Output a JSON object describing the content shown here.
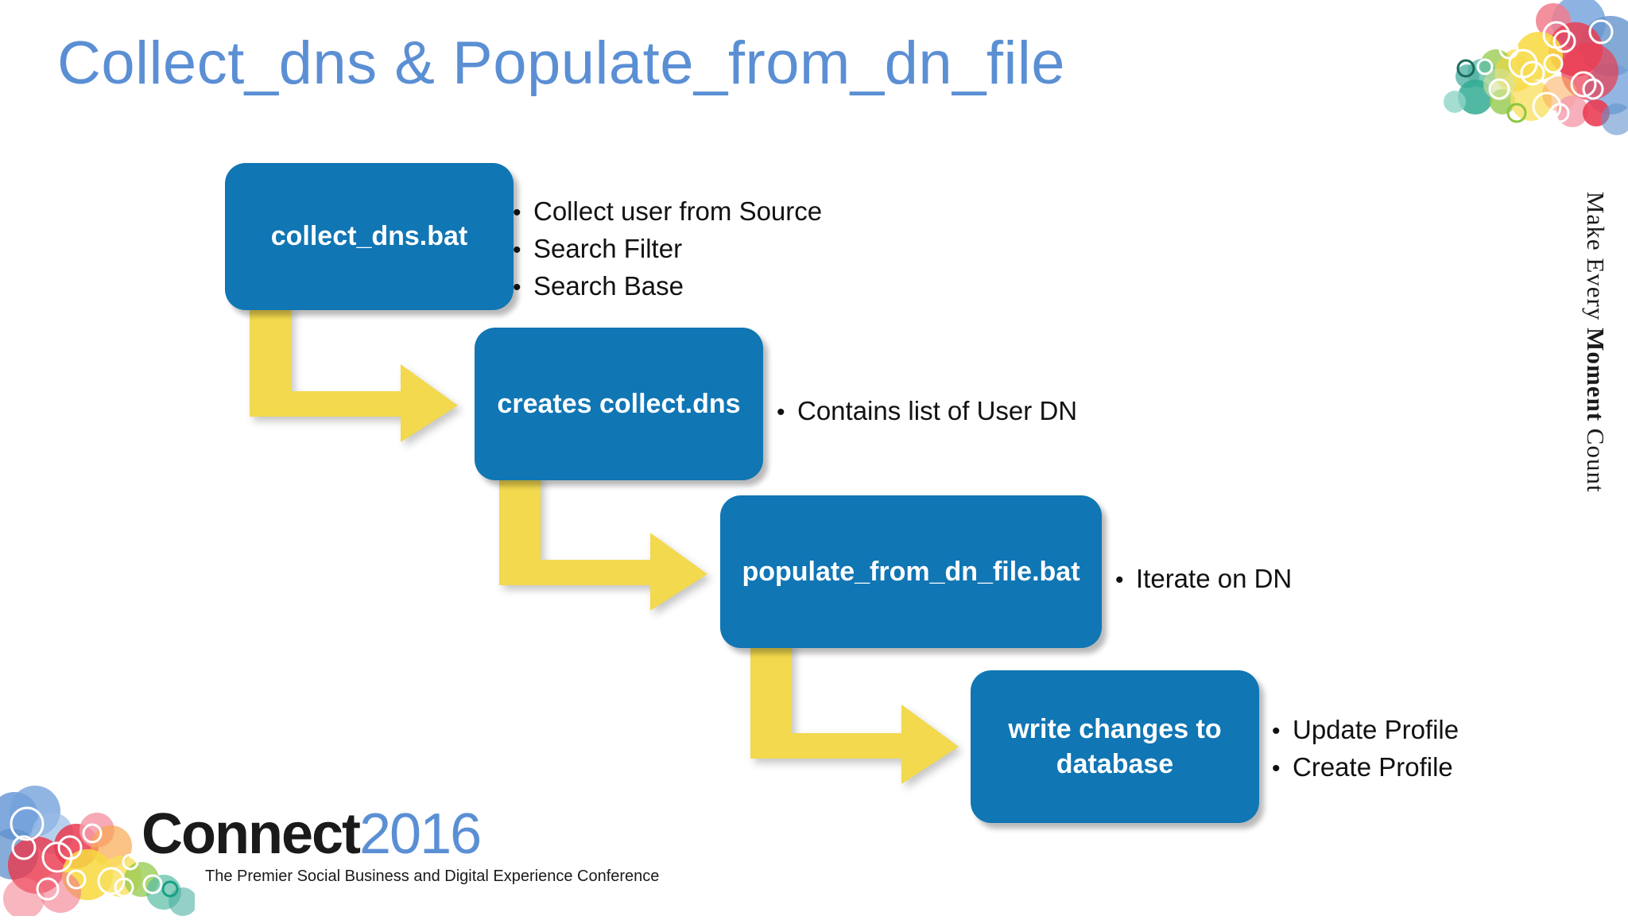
{
  "slide": {
    "title": "Collect_dns & Populate_from_dn_file",
    "background": "#ffffff",
    "title_color": "#5B8FD4",
    "box_color": "#1076B4",
    "arrow_color": "#F2D94E"
  },
  "flow": {
    "steps": [
      {
        "id": "collect-dns-bat",
        "label": "collect_dns.bat",
        "bullets": [
          "Collect user from Source",
          "Search Filter",
          "Search Base"
        ]
      },
      {
        "id": "creates-collect-dns",
        "label": "creates collect.dns",
        "bullets": [
          "Contains list of User DN"
        ]
      },
      {
        "id": "populate-from-dn-file-bat",
        "label": "populate_from_dn_file.bat",
        "bullets": [
          "Iterate on DN"
        ]
      },
      {
        "id": "write-changes-to-database",
        "label": "write changes to database",
        "bullets": [
          "Update Profile",
          "Create Profile"
        ]
      }
    ],
    "bullet_glyph": "•"
  },
  "tagline": {
    "prefix": "Make Every ",
    "emphasis": "Moment",
    "suffix": " Count"
  },
  "footer": {
    "brand": "Connect",
    "year": "2016",
    "tagline": "The Premier Social Business and Digital Experience Conference",
    "brand_color": "#1a1a1a",
    "year_color": "#5B8FD4"
  }
}
